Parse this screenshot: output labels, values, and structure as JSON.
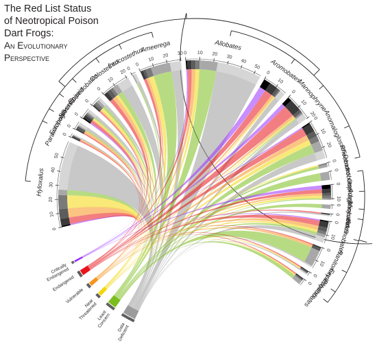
{
  "chart_data": {
    "type": "chord",
    "title_lines": [
      "The Red List Status",
      "of Neotropical Poison",
      "Dart Frogs:"
    ],
    "subtitle_lines": [
      "An Evolutionary",
      "Perspective"
    ],
    "genera": [
      {
        "name": "Hyloxalus",
        "size": 62,
        "ticks": [
          0,
          10,
          20,
          30,
          40,
          50
        ],
        "status": [
          1,
          5,
          7,
          10,
          4,
          35
        ]
      },
      {
        "name": "Paruwrobates",
        "size": 3,
        "ticks": [
          0
        ],
        "status": [
          0,
          1,
          1,
          0,
          0,
          1
        ]
      },
      {
        "name": "Ectopoglossus",
        "size": 6,
        "ticks": [
          0
        ],
        "status": [
          0,
          1,
          2,
          0,
          1,
          2
        ]
      },
      {
        "name": "Silverstoneia",
        "size": 8,
        "ticks": [
          0
        ],
        "status": [
          1,
          2,
          1,
          1,
          1,
          2
        ]
      },
      {
        "name": "Epipedobates",
        "size": 8,
        "ticks": [
          0
        ],
        "status": [
          0,
          1,
          1,
          2,
          2,
          2
        ]
      },
      {
        "name": "Colostethus",
        "size": 21,
        "ticks": [
          0,
          10,
          20
        ],
        "status": [
          0,
          3,
          3,
          2,
          4,
          9
        ]
      },
      {
        "name": "Leucostethus",
        "size": 3,
        "ticks": [
          0
        ],
        "status": [
          0,
          0,
          0,
          0,
          1,
          2
        ]
      },
      {
        "name": "Ameerega",
        "size": 30,
        "ticks": [
          0,
          10,
          20,
          30
        ],
        "status": [
          0,
          2,
          2,
          4,
          14,
          8
        ]
      },
      {
        "name": "Allobates",
        "size": 55,
        "ticks": [
          0,
          10,
          20,
          30,
          40,
          50
        ],
        "status": [
          1,
          3,
          3,
          3,
          13,
          32
        ]
      },
      {
        "name": "Aromobates",
        "size": 18,
        "ticks": [
          0,
          10
        ],
        "status": [
          5,
          6,
          2,
          1,
          0,
          4
        ]
      },
      {
        "name": "Mannophryne",
        "size": 20,
        "ticks": [
          0,
          10,
          20
        ],
        "status": [
          3,
          9,
          2,
          1,
          1,
          4
        ]
      },
      {
        "name": "Anomaloglossus",
        "size": 28,
        "ticks": [
          0,
          10,
          20
        ],
        "status": [
          1,
          6,
          4,
          4,
          7,
          6
        ]
      },
      {
        "name": "Rheobates",
        "size": 3,
        "ticks": [
          0
        ],
        "status": [
          0,
          0,
          0,
          1,
          2,
          0
        ]
      },
      {
        "name": "Dendrobates",
        "size": 6,
        "ticks": [
          0
        ],
        "status": [
          0,
          0,
          0,
          0,
          6,
          0
        ]
      },
      {
        "name": "Oophaga",
        "size": 11,
        "ticks": [
          0,
          10
        ],
        "status": [
          3,
          3,
          2,
          2,
          1,
          0
        ]
      },
      {
        "name": "Adelphobates",
        "size": 3,
        "ticks": [
          0
        ],
        "status": [
          0,
          0,
          0,
          0,
          3,
          0
        ]
      },
      {
        "name": "Minyobates",
        "size": 2,
        "ticks": [
          0
        ],
        "status": [
          0,
          1,
          0,
          0,
          0,
          1
        ]
      },
      {
        "name": "Andinobates",
        "size": 16,
        "ticks": [
          0,
          10
        ],
        "status": [
          1,
          4,
          3,
          2,
          2,
          4
        ]
      },
      {
        "name": "Ranitomeya",
        "size": 16,
        "ticks": [
          0,
          10
        ],
        "status": [
          0,
          1,
          2,
          0,
          12,
          1
        ]
      },
      {
        "name": "Excidobates",
        "size": 3,
        "ticks": [
          0
        ],
        "status": [
          0,
          1,
          0,
          1,
          0,
          1
        ]
      },
      {
        "name": "Phyllobates",
        "size": 5,
        "ticks": [
          0
        ],
        "status": [
          0,
          1,
          0,
          1,
          3,
          0
        ]
      }
    ],
    "statuses": [
      {
        "name": "Critically Endangered",
        "label_lines": [
          "Critically",
          "Endangered"
        ],
        "color": "#9b30ff"
      },
      {
        "name": "Endangered",
        "label_lines": [
          "Endangered"
        ],
        "color": "#e8141c"
      },
      {
        "name": "Vulnerable",
        "label_lines": [
          "Vulnerable"
        ],
        "color": "#f7941d"
      },
      {
        "name": "Near Threatened",
        "label_lines": [
          "Near",
          "Threatened"
        ],
        "color": "#f2d70a"
      },
      {
        "name": "Least Concern",
        "label_lines": [
          "Least",
          "Concern"
        ],
        "color": "#7cbd1e"
      },
      {
        "name": "Data Deficient",
        "label_lines": [
          "Data",
          "Deficient"
        ],
        "color": "#9b9b9b"
      }
    ],
    "grid": false,
    "legend": "none"
  }
}
